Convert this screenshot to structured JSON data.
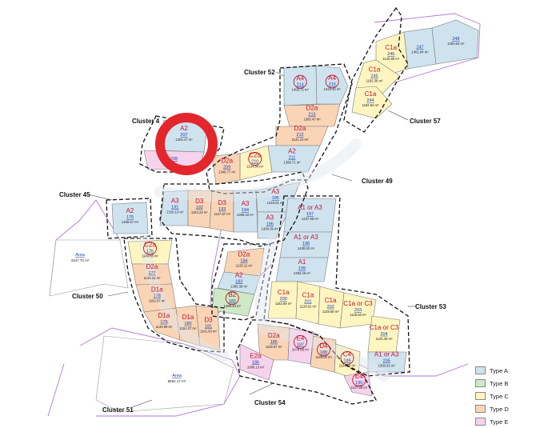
{
  "legend": [
    {
      "label": "Type A",
      "color": "#cfe3ef"
    },
    {
      "label": "Type B",
      "color": "#cfe8c6"
    },
    {
      "label": "Type C",
      "color": "#fff5c0"
    },
    {
      "label": "Type D",
      "color": "#f9d5b6"
    },
    {
      "label": "Type E",
      "color": "#f6d3ec"
    }
  ],
  "clusters": [
    "Cluster 52",
    "Cluster 57",
    "Cluster 4",
    "Cluster 49",
    "Cluster 45",
    "Cluster 50",
    "Cluster 53",
    "Cluster 51",
    "Cluster 54"
  ],
  "areas": [
    {
      "label": "Area",
      "value": "4347.70 m²"
    },
    {
      "label": "Area",
      "value": "8654.17 m²"
    }
  ],
  "plots": [
    {
      "num": "247",
      "type": "",
      "area": "1401.84 m²",
      "t": "A",
      "circled": false
    },
    {
      "num": "248",
      "type": "",
      "area": "1400.63 m²",
      "t": "A",
      "circled": false
    },
    {
      "num": "246",
      "type": "C1a",
      "area": "1140.99 m²",
      "t": "C",
      "circled": false
    },
    {
      "num": "245",
      "type": "C1a",
      "area": "1192.38 m²",
      "t": "C",
      "circled": false
    },
    {
      "num": "244",
      "type": "C1a",
      "area": "1192.64 m²",
      "t": "C",
      "circled": false
    },
    {
      "num": "214",
      "type": "A4",
      "area": "1400.72 m²",
      "t": "A",
      "circled": true
    },
    {
      "num": "215",
      "type": "A4",
      "area": "1434.12 m²",
      "t": "A",
      "circled": true
    },
    {
      "num": "213",
      "type": "D2a",
      "area": "1283.43 m²",
      "t": "D",
      "circled": false
    },
    {
      "num": "212",
      "type": "D2a",
      "area": "1141.13 m²",
      "t": "D",
      "circled": false
    },
    {
      "num": "211",
      "type": "A2",
      "area": "1368.71 m²",
      "t": "A",
      "circled": false
    },
    {
      "num": "210",
      "type": "C2a",
      "area": "1134.84 m²",
      "t": "C",
      "circled": true
    },
    {
      "num": "209",
      "type": "D2a",
      "area": "1348.77 m²",
      "t": "D",
      "circled": false
    },
    {
      "num": "207",
      "type": "A2",
      "area": "1304.47 m²",
      "t": "A",
      "circled": false
    },
    {
      "num": "208",
      "type": "",
      "area": "",
      "t": "E",
      "circled": false
    },
    {
      "num": "175",
      "type": "A2",
      "area": "1408.57 m²",
      "t": "A",
      "circled": false
    },
    {
      "num": "191",
      "type": "A3",
      "area": "1310.13 m²",
      "t": "A",
      "circled": false
    },
    {
      "num": "192",
      "type": "D3",
      "area": "1154.23 m²",
      "t": "D",
      "circled": false
    },
    {
      "num": "193",
      "type": "D3",
      "area": "1127.67 m²",
      "t": "D",
      "circled": false
    },
    {
      "num": "194",
      "type": "A3",
      "area": "1306.18 m²",
      "t": "A",
      "circled": false
    },
    {
      "num": "195",
      "type": "A3",
      "area": "1318.01 m²",
      "t": "A",
      "circled": false
    },
    {
      "num": "196",
      "type": "A3",
      "area": "1306.39 m²",
      "t": "A",
      "circled": false
    },
    {
      "num": "197",
      "type": "A1 or A3",
      "area": "1437.86 m²",
      "t": "A",
      "circled": false
    },
    {
      "num": "198",
      "type": "A1 or A3",
      "area": "1430.92 m²",
      "t": "A",
      "circled": false
    },
    {
      "num": "199",
      "type": "A1",
      "area": "1392.25 m²",
      "t": "A",
      "circled": false
    },
    {
      "num": "184",
      "type": "D2a",
      "area": "1126.11 m²",
      "t": "D",
      "circled": false
    },
    {
      "num": "183",
      "type": "A2",
      "area": "1380.39 m²",
      "t": "A",
      "circled": false
    },
    {
      "num": "182",
      "type": "B2",
      "area": "1389.33 m²",
      "t": "B",
      "circled": true
    },
    {
      "num": "176",
      "type": "C2a",
      "area": "1144.83 m²",
      "t": "C",
      "circled": true
    },
    {
      "num": "177",
      "type": "D2a",
      "area": "1144.41 m²",
      "t": "D",
      "circled": false
    },
    {
      "num": "178",
      "type": "D1a",
      "area": "1152.97 m²",
      "t": "D",
      "circled": false
    },
    {
      "num": "179",
      "type": "D1a",
      "area": "1149.99 m²",
      "t": "D",
      "circled": false
    },
    {
      "num": "180",
      "type": "D1a",
      "area": "1151.27 m²",
      "t": "D",
      "circled": false
    },
    {
      "num": "181",
      "type": "D3",
      "area": "1141.83 m²",
      "t": "D",
      "circled": false
    },
    {
      "num": "200",
      "type": "C1a",
      "area": "1162.89 m²",
      "t": "C",
      "circled": false
    },
    {
      "num": "201",
      "type": "C1a",
      "area": "1128.01 m²",
      "t": "C",
      "circled": false
    },
    {
      "num": "202",
      "type": "C1a",
      "area": "1128.69 m²",
      "t": "C",
      "circled": false
    },
    {
      "num": "203",
      "type": "C1a or C3",
      "area": "1128.63 m²",
      "t": "C",
      "circled": false
    },
    {
      "num": "204",
      "type": "C1a or C3",
      "area": "1125.48 m²",
      "t": "C",
      "circled": false
    },
    {
      "num": "205",
      "type": "A1 or A3",
      "area": "1300.62 m²",
      "t": "A",
      "circled": false
    },
    {
      "num": "185",
      "type": "D2a",
      "area": "1125.97 m²",
      "t": "D",
      "circled": false
    },
    {
      "num": "187",
      "type": "E4",
      "area": "1078.69 m²",
      "t": "E",
      "circled": true
    },
    {
      "num": "186",
      "type": "E2a",
      "area": "1080.13 m²",
      "t": "E",
      "circled": false
    },
    {
      "num": "188",
      "type": "D4",
      "area": "1129.03 m²",
      "t": "D",
      "circled": true
    },
    {
      "num": "189",
      "type": "C4",
      "area": "1154.42 m²",
      "t": "C",
      "circled": true
    },
    {
      "num": "190",
      "type": "E4",
      "area": "1107.55 m²",
      "t": "E",
      "circled": true
    }
  ]
}
